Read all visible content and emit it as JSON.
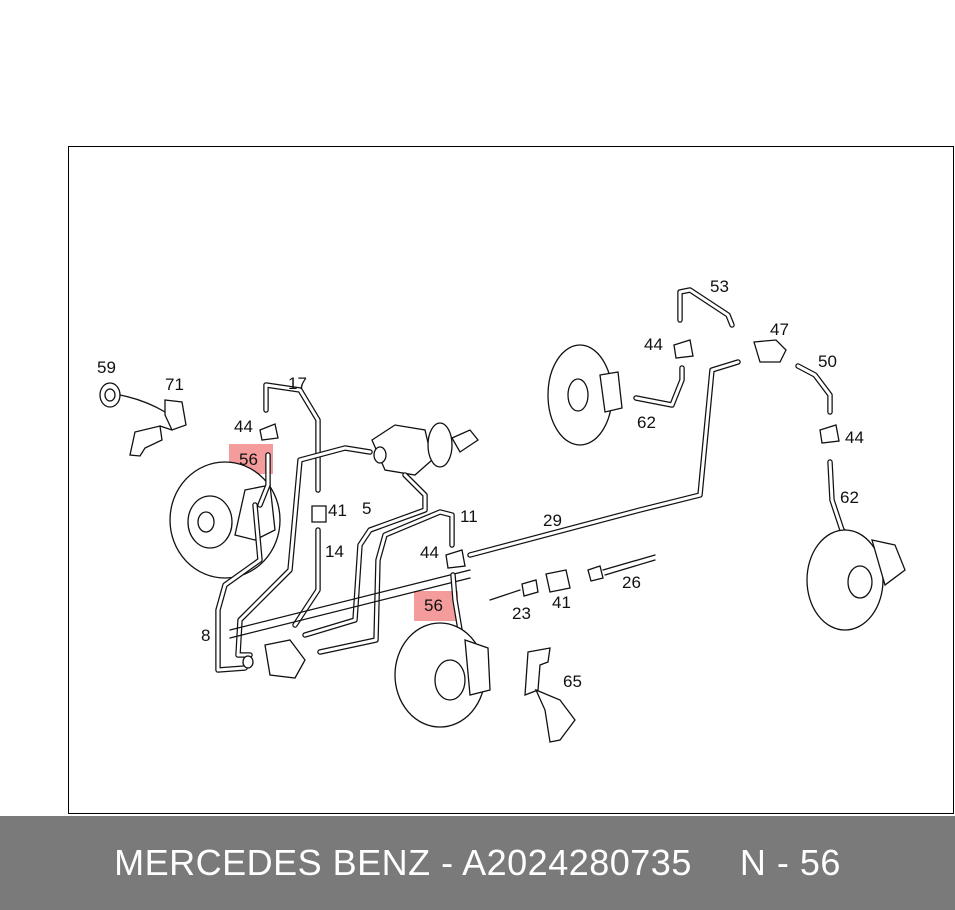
{
  "footer": {
    "brand_part": "MERCEDES BENZ - A2024280735",
    "callout_ref": "N - 56"
  },
  "colors": {
    "highlight": "#f28a8a",
    "footer_bg": "#7a7a7a",
    "line": "#111111"
  },
  "callouts": {
    "c53": "53",
    "c47": "47",
    "c50": "50",
    "c44a": "44",
    "c44b": "44",
    "c44c": "44",
    "c44d": "44",
    "c62a": "62",
    "c62b": "62",
    "c59": "59",
    "c71": "71",
    "c17": "17",
    "c56a": "56",
    "c56b": "56",
    "c41a": "41",
    "c41b": "41",
    "c5": "5",
    "c14": "14",
    "c11": "11",
    "c29": "29",
    "c26": "26",
    "c23": "23",
    "c8": "8",
    "c65": "65"
  }
}
